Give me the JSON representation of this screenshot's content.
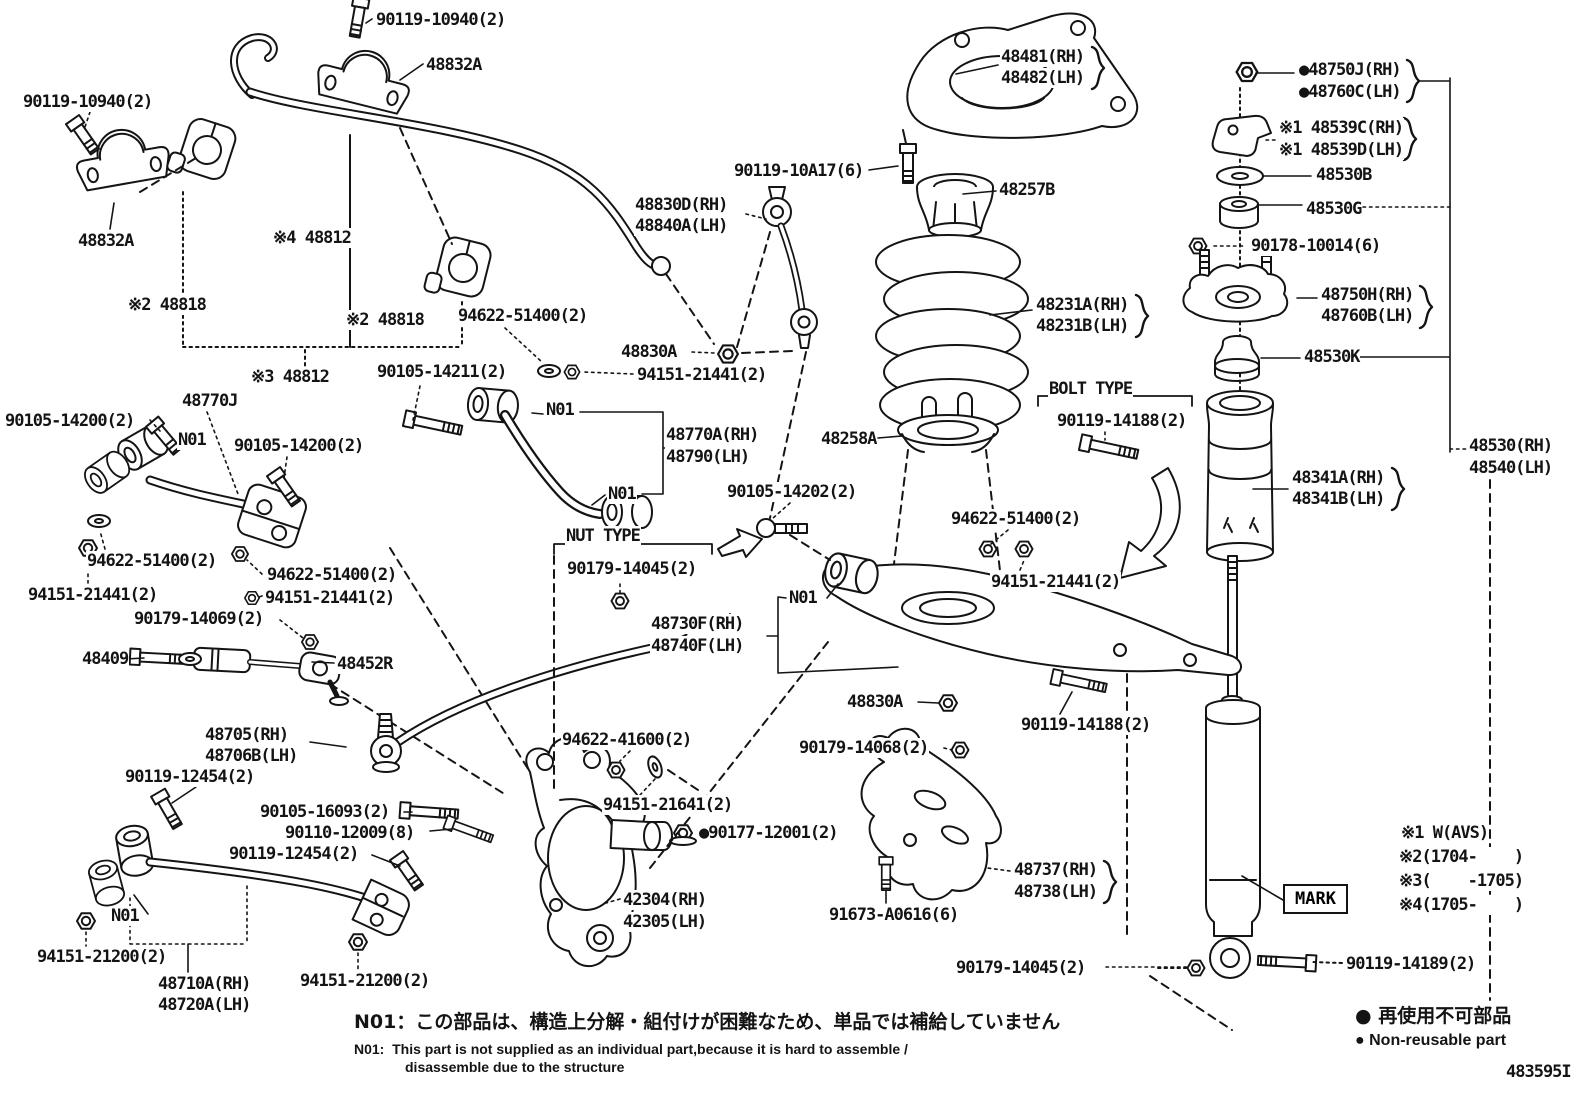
{
  "doc_code": "483595I",
  "colors": {
    "ink": "#141414",
    "bg": "#ffffff"
  },
  "labels": [
    "90119-10940(2)",
    "48832A",
    "90119-10940(2)",
    "48832A",
    "※4 48812",
    "※2 48818",
    "※2 48818",
    "94622-51400(2)",
    "48830D(RH)",
    "48840A(LH)",
    "90119-10A17(6)",
    "48481(RH)",
    "48482(LH)",
    "48257B",
    "48231A(RH)",
    "48231B(LH)",
    "●48750J(RH)",
    "●48760C(LH)",
    "※1 48539C(RH)",
    "※1 48539D(LH)",
    "48530B",
    "48530G",
    "90178-10014(6)",
    "48750H(RH)",
    "48760B(LH)",
    "48530K",
    "48530(RH)",
    "48540(LH)",
    "48341A(RH)",
    "48341B(LH)",
    "BOLT TYPE",
    "90119-14188(2)",
    "48258A",
    "90105-14202(2)",
    "94622-51400(2)",
    "94151-21441(2)",
    "NUT TYPE",
    "90179-14045(2)",
    "N01",
    "48730F(RH)",
    "48740F(LH)",
    "48830A",
    "90119-14188(2)",
    "90179-14068(2)",
    "※3 48812",
    "48770J",
    "90105-14200(2)",
    "N01",
    "90105-14200(2)",
    "90105-14211(2)",
    "48830A",
    "94151-21441(2)",
    "N01",
    "48770A(RH)",
    "48790(LH)",
    "N01",
    "94622-51400(2)",
    "94151-21441(2)",
    "94622-51400(2)",
    "94151-21441(2)",
    "90179-14069(2)",
    "48409",
    "48452R",
    "48705(RH)",
    "48706B(LH)",
    "90119-12454(2)",
    "90105-16093(2)",
    "90110-12009(8)",
    "90119-12454(2)",
    "N01",
    "94151-21200(2)",
    "48710A(RH)",
    "48720A(LH)",
    "94151-21200(2)",
    "94622-41600(2)",
    "94151-21641(2)",
    "●90177-12001(2)",
    "42304(RH)",
    "42305(LH)",
    "48737(RH)",
    "48738(LH)",
    "91673-A0616(6)",
    "90179-14045(2)",
    "90119-14189(2)"
  ],
  "spec_notes": [
    "※1 W(AVS)",
    "※2(1704-    )",
    "※3(    -1705)",
    "※4(1705-    )"
  ],
  "callouts": {
    "mark": "MARK"
  },
  "legend": {
    "jp": "● 再使用不可部品",
    "en": "● Non-reusable part"
  },
  "notes": {
    "jp": "N01：この部品は、構造上分解・組付けが困難なため、単品では補給していません",
    "en_line1": "N01:  This part is not supplied as an individual part,because it is hard to assemble /",
    "en_line2": "disassemble due to the structure"
  }
}
